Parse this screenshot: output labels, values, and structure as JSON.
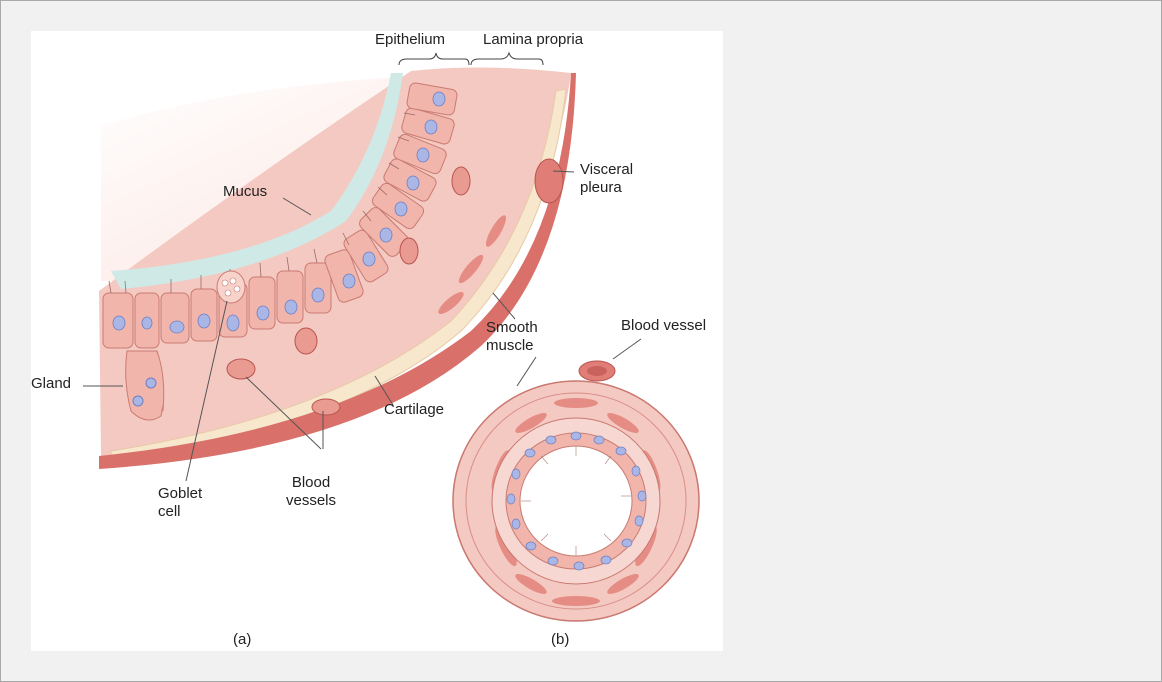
{
  "labels": {
    "epithelium": "Epithelium",
    "lamina_propria": "Lamina propria",
    "mucus": "Mucus",
    "visceral_pleura": [
      "Visceral",
      "pleura"
    ],
    "smooth_muscle": [
      "Smooth",
      "muscle"
    ],
    "blood_vessel": "Blood vessel",
    "gland": "Gland",
    "cartilage": "Cartilage",
    "goblet_cell": [
      "Goblet",
      "cell"
    ],
    "blood_vessels": [
      "Blood",
      "vessels"
    ],
    "panel_a": "(a)",
    "panel_b": "(b)"
  },
  "colors": {
    "tissue_pink": "#f4c9c2",
    "tissue_pale": "#fbe6e1",
    "epithelial_cell": "#f1b5ac",
    "nucleus": "#aab6e6",
    "mucus": "#cfeae6",
    "cartilage": "#f7e7cc",
    "pleura": "#d9706a",
    "smooth_muscle": "#e58c84"
  }
}
